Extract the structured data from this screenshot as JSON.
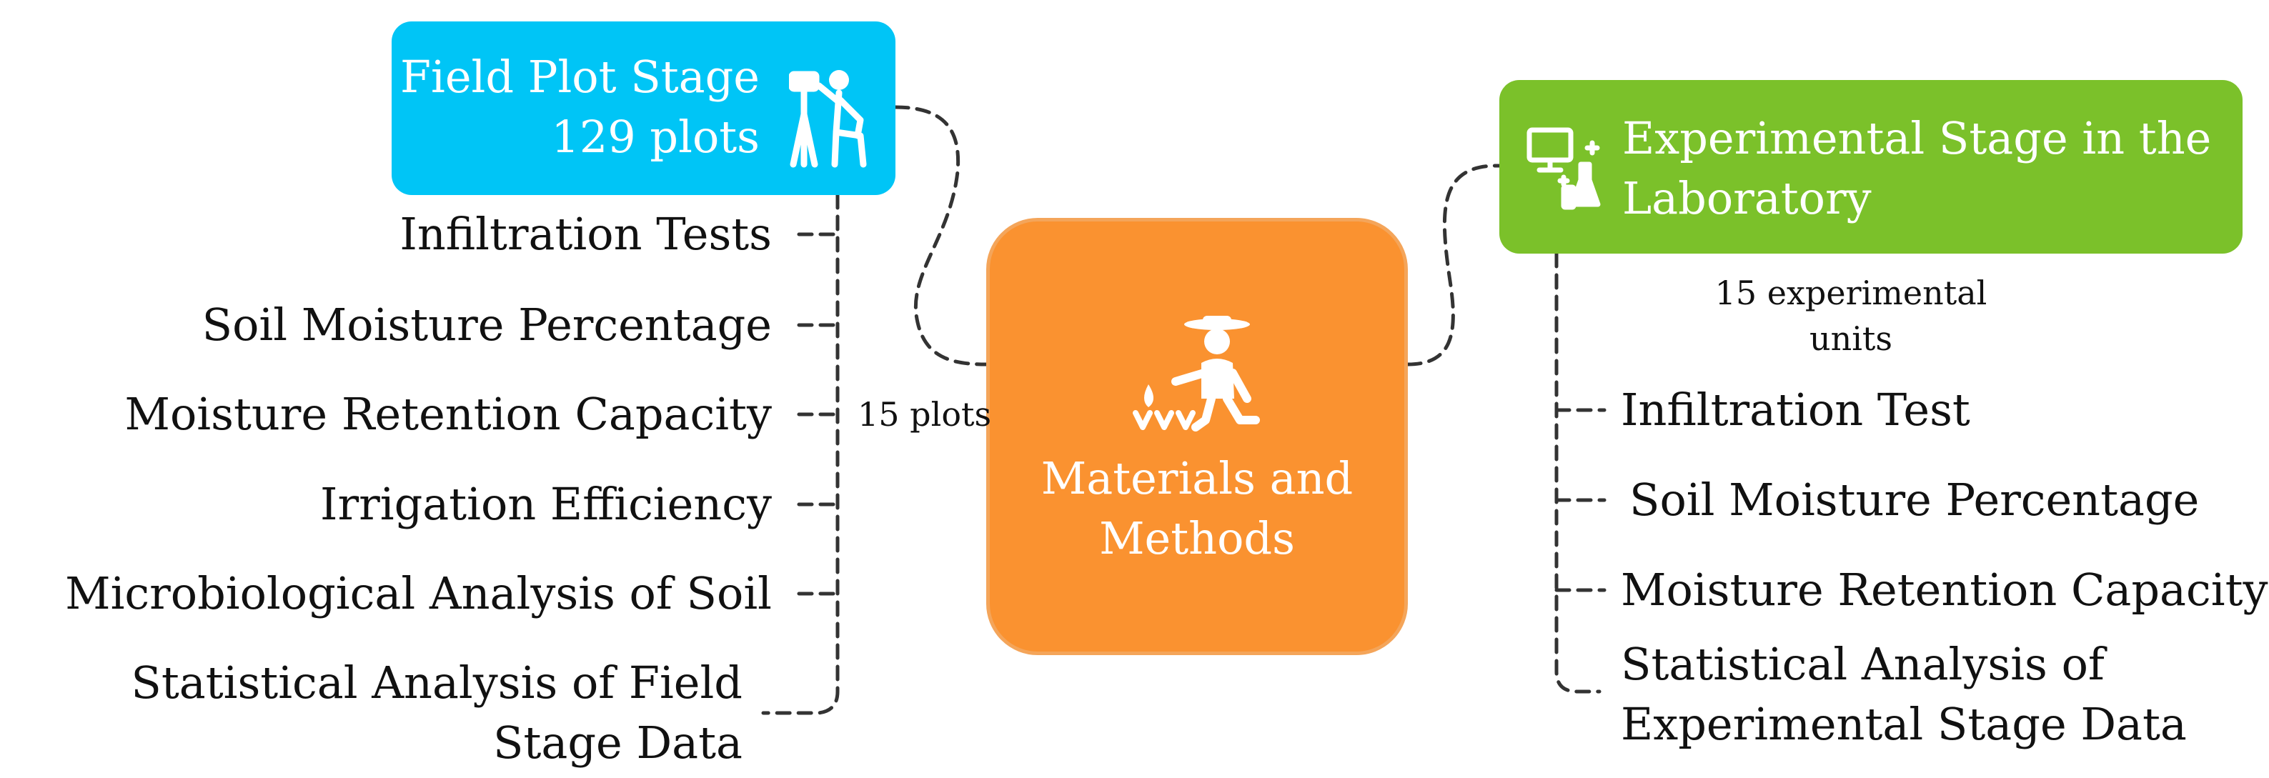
{
  "field_stage": {
    "title": "Field Plot Stage",
    "plots": "129 plots",
    "icon": "surveyor-icon",
    "color": "#00c5f6",
    "items": [
      "Infiltration Tests",
      "Soil Moisture Percentage",
      "Moisture Retention Capacity",
      "Irrigation Efficiency",
      "Microbiological Analysis of Soil",
      "Statistical Analysis of Field Stage Data"
    ]
  },
  "center": {
    "title": "Materials and Methods",
    "icon": "farmer-irrigation-icon",
    "color": "#fa9230"
  },
  "link_label": "15 plots",
  "lab_stage": {
    "title": "Experimental Stage in the Laboratory",
    "units": "15 experimental units",
    "icon": "lab-computer-icon",
    "color": "#7bc12a",
    "items": [
      "Infiltration Test",
      "Soil Moisture Percentage",
      "Moisture Retention Capacity",
      "Statistical Analysis of Experimental Stage Data"
    ]
  }
}
